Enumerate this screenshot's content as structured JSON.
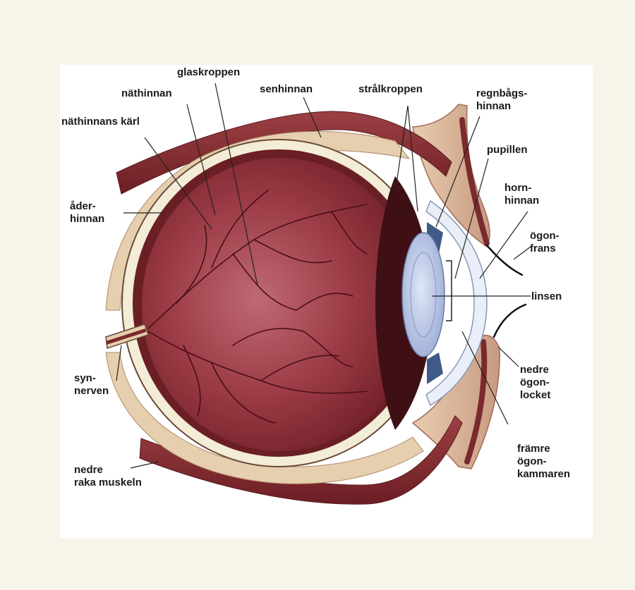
{
  "labels": {
    "glaskroppen": "glaskroppen",
    "nathinnan": "näthinnan",
    "senhinnan": "senhinnan",
    "stralkroppen": "strålkroppen",
    "regnbagshinnan": [
      "regnbågs-",
      "hinnan"
    ],
    "nathinnans_karl": "näthinnans kärl",
    "pupillen": "pupillen",
    "hornhinnan": [
      "horn-",
      "hinnan"
    ],
    "aderhinnan": [
      "åder-",
      "hinnan"
    ],
    "ogonfrans": [
      "ögon-",
      "frans"
    ],
    "linsen": "linsen",
    "synnerven": [
      "syn-",
      "nerven"
    ],
    "nedre_ogonlocket": [
      "nedre",
      "ögon-",
      "locket"
    ],
    "framre_ogonkammaren": [
      "främre",
      "ögon-",
      "kammaren"
    ],
    "nedre_raka_muskeln": [
      "nedre",
      "raka muskeln"
    ]
  },
  "colors": {
    "page_background": "#f7f5ea",
    "frame_background": "#ffffff",
    "eyeball": "#8e2a32",
    "sclera": "#f3ecd6",
    "choroid": "#6a1f24",
    "muscle": "#7d2a2e",
    "lens": "#b9c6e6",
    "label_text": "#1a1a1a"
  }
}
